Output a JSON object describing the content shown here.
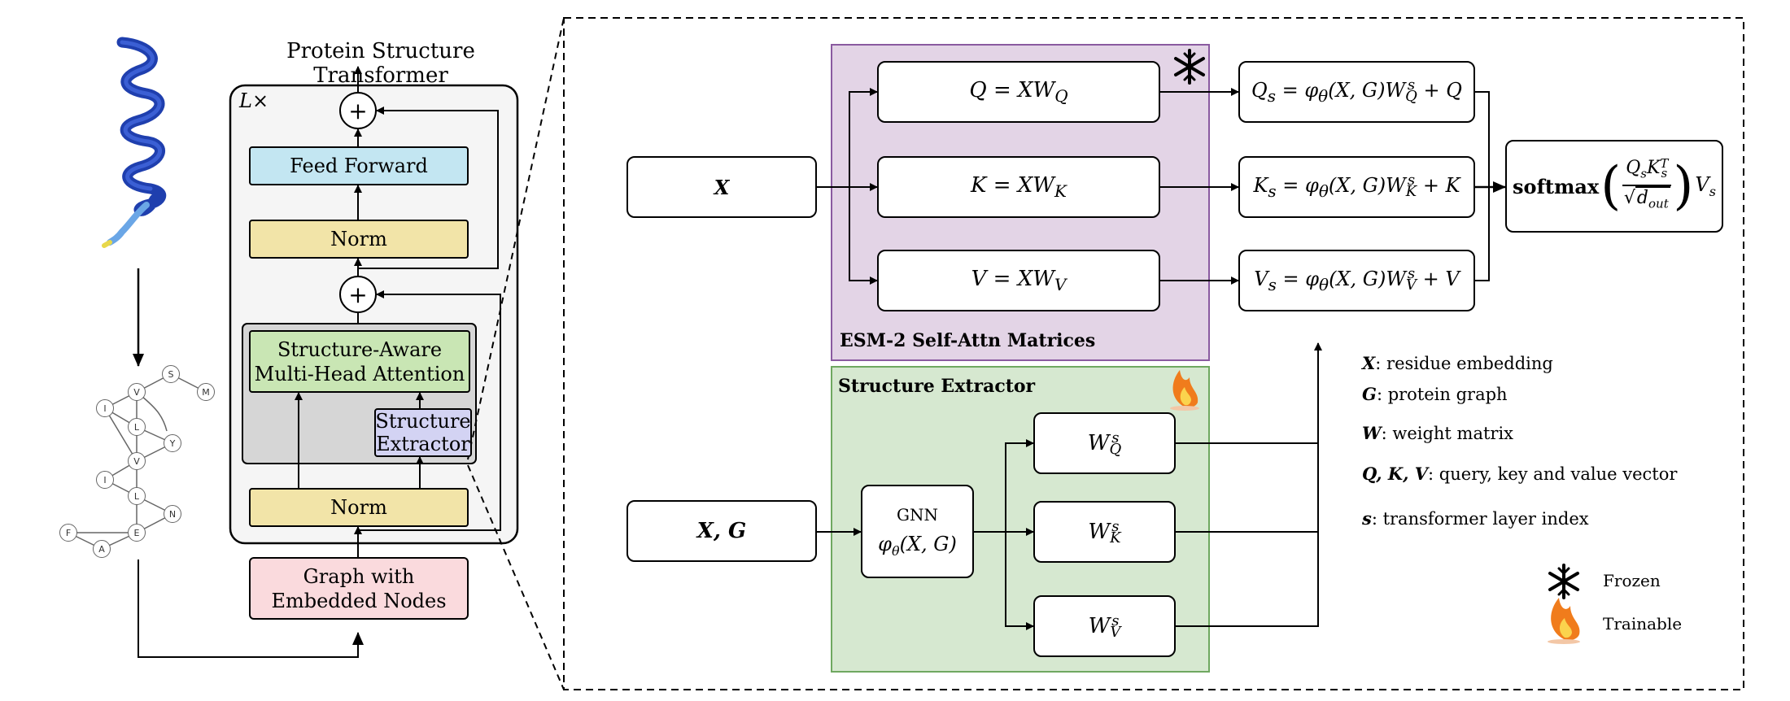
{
  "left_panel": {
    "title": "Protein Structure Transformer",
    "repeat_label": "L×",
    "add_symbol": "+",
    "feed_forward": "Feed Forward",
    "norm_top": "Norm",
    "sa_mha_line1": "Structure-Aware",
    "sa_mha_line2": "Multi-Head Attention",
    "struct_ext_line1": "Structure",
    "struct_ext_line2": "Extractor",
    "norm_bottom": "Norm",
    "graph_line1": "Graph with",
    "graph_line2": "Embedded Nodes",
    "graph_nodes": [
      "S",
      "M",
      "V",
      "I",
      "L",
      "Y",
      "V",
      "I",
      "L",
      "N",
      "E",
      "F",
      "A"
    ]
  },
  "esm": {
    "title": "ESM-2 Self-Attn Matrices",
    "q": "Q = XW",
    "q_sub": "Q",
    "k": "K = XW",
    "k_sub": "K",
    "v": "V = XW",
    "v_sub": "V",
    "x": "X"
  },
  "proj": {
    "qs": "Q",
    "ks": "K",
    "vs": "V",
    "s": "s",
    "rhs_pre": " = φ",
    "theta": "θ",
    "rhs_mid": "(X, G)W",
    "q_tail": " + Q",
    "k_tail": " + K",
    "v_tail": " + V",
    "softmax": "softmax",
    "frac_num": "Q",
    "frac_num2": "K",
    "T": "T",
    "sqrt": "√",
    "d": "d",
    "out": "out",
    "vs_final": "V"
  },
  "extractor": {
    "title": "Structure Extractor",
    "xg": "X, G",
    "gnn": "GNN",
    "phi": "φ",
    "theta": "θ",
    "phi_args": "(X, G)",
    "w": "W",
    "s": "s",
    "wq_sub": "Q",
    "wk_sub": "K",
    "wv_sub": "V"
  },
  "legend": {
    "x_key": "X",
    "x_desc": ": residue embedding",
    "g_key": "G",
    "g_desc": ": protein graph",
    "w_key": "W",
    "w_desc": ": weight matrix",
    "qkv_key": "Q, K, V",
    "qkv_desc": ": query, key and value vector",
    "s_key": "s",
    "s_desc": ": transformer layer index",
    "frozen": "Frozen",
    "trainable": "Trainable"
  },
  "colors": {
    "feed_forward": "#c3e6f2",
    "norm": "#f2e4a8",
    "attention": "#c9e6b4",
    "extractor_small": "#d3d3f3",
    "graph_box": "#fadadd",
    "layer_bg": "#f5f5f5",
    "attn_group": "#d6d6d6",
    "esm_panel": "#e3d4e6",
    "esm_border": "#8a5aa0",
    "struct_panel": "#d6e8d0",
    "struct_border": "#6fa860",
    "protein": "#1f3fae",
    "flame": "#f07c1c"
  }
}
